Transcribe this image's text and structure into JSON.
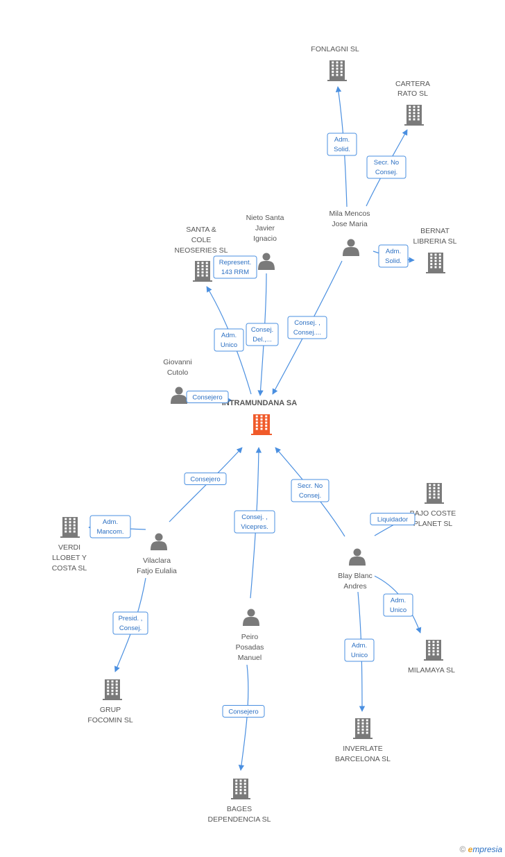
{
  "colors": {
    "edge": "#4a8fe0",
    "building": "#7a7a7a",
    "center_building": "#f05a2a",
    "person": "#7a7a7a",
    "label_border": "#4a8fe0"
  },
  "center": {
    "label": "INTRAMUNDANA SA",
    "icon": "building-icon"
  },
  "nodes": [
    {
      "key": "fonlagni",
      "type": "company",
      "lines": [
        "FONLAGNI SL"
      ]
    },
    {
      "key": "cartera",
      "type": "company",
      "lines": [
        "CARTERA",
        "RATO SL"
      ]
    },
    {
      "key": "mila",
      "type": "person",
      "lines": [
        "Mila Mencos",
        "Jose Maria"
      ]
    },
    {
      "key": "bernat",
      "type": "company",
      "lines": [
        "BERNAT",
        "LIBRERIA SL"
      ]
    },
    {
      "key": "nieto",
      "type": "person",
      "lines": [
        "Nieto Santa",
        "Javier",
        "Ignacio"
      ]
    },
    {
      "key": "santa",
      "type": "company",
      "lines": [
        "SANTA &",
        "COLE",
        "NEOSERIES SL"
      ]
    },
    {
      "key": "giovanni",
      "type": "person",
      "lines": [
        "Giovanni",
        "Cutolo"
      ]
    },
    {
      "key": "vilaclara",
      "type": "person",
      "lines": [
        "Vilaclara",
        "Fatjo Eulalia"
      ]
    },
    {
      "key": "verdi",
      "type": "company",
      "lines": [
        "VERDI",
        "LLOBET Y",
        "COSTA SL"
      ]
    },
    {
      "key": "grup",
      "type": "company",
      "lines": [
        "GRUP",
        "FOCOMIN SL"
      ]
    },
    {
      "key": "peiro",
      "type": "person",
      "lines": [
        "Peiro",
        "Posadas",
        "Manuel"
      ]
    },
    {
      "key": "bages",
      "type": "company",
      "lines": [
        "BAGES",
        "DEPENDENCIA SL"
      ]
    },
    {
      "key": "blay",
      "type": "person",
      "lines": [
        "Blay Blanc",
        "Andres"
      ]
    },
    {
      "key": "bajo",
      "type": "company",
      "lines": [
        "BAJO COSTE",
        "PLANET SL"
      ]
    },
    {
      "key": "milamaya",
      "type": "company",
      "lines": [
        "MILAMAYA SL"
      ]
    },
    {
      "key": "inverlate",
      "type": "company",
      "lines": [
        "INVERLATE",
        "BARCELONA SL"
      ]
    }
  ],
  "edges": [
    {
      "from": "mila",
      "to": "fonlagni",
      "label": [
        "Adm.",
        "Solid."
      ]
    },
    {
      "from": "mila",
      "to": "cartera",
      "label": [
        "Secr.  No",
        "Consej."
      ]
    },
    {
      "from": "mila",
      "to": "bernat",
      "label": [
        "Adm.",
        "Solid."
      ]
    },
    {
      "from": "mila",
      "to": "center",
      "label": [
        "Consej. ,",
        "Consej...."
      ]
    },
    {
      "from": "nieto",
      "to": "santa",
      "label": [
        "Represent.",
        "143 RRM"
      ]
    },
    {
      "from": "nieto",
      "to": "center",
      "label": [
        "Consej.",
        "Del.,..."
      ]
    },
    {
      "from": "santa",
      "to": "center",
      "label": [
        "Adm.",
        "Unico"
      ]
    },
    {
      "from": "giovanni",
      "to": "center",
      "label": [
        "Consejero"
      ]
    },
    {
      "from": "vilaclara",
      "to": "center",
      "label": [
        "Consejero"
      ]
    },
    {
      "from": "vilaclara",
      "to": "verdi",
      "label": [
        "Adm.",
        "Mancom."
      ]
    },
    {
      "from": "vilaclara",
      "to": "grup",
      "label": [
        "Presid. ,",
        "Consej."
      ]
    },
    {
      "from": "peiro",
      "to": "center",
      "label": [
        "Consej. ,",
        "Vicepres."
      ]
    },
    {
      "from": "peiro",
      "to": "bages",
      "label": [
        "Consejero"
      ]
    },
    {
      "from": "blay",
      "to": "center",
      "label": [
        "Secr.  No",
        "Consej."
      ]
    },
    {
      "from": "blay",
      "to": "bajo",
      "label": [
        "Liquidador"
      ]
    },
    {
      "from": "blay",
      "to": "milamaya",
      "label": [
        "Adm.",
        "Unico"
      ]
    },
    {
      "from": "blay",
      "to": "inverlate",
      "label": [
        "Adm.",
        "Unico"
      ]
    }
  ],
  "footer": {
    "copyright": "©",
    "brand_initial": "e",
    "brand_rest": "mpresia"
  }
}
